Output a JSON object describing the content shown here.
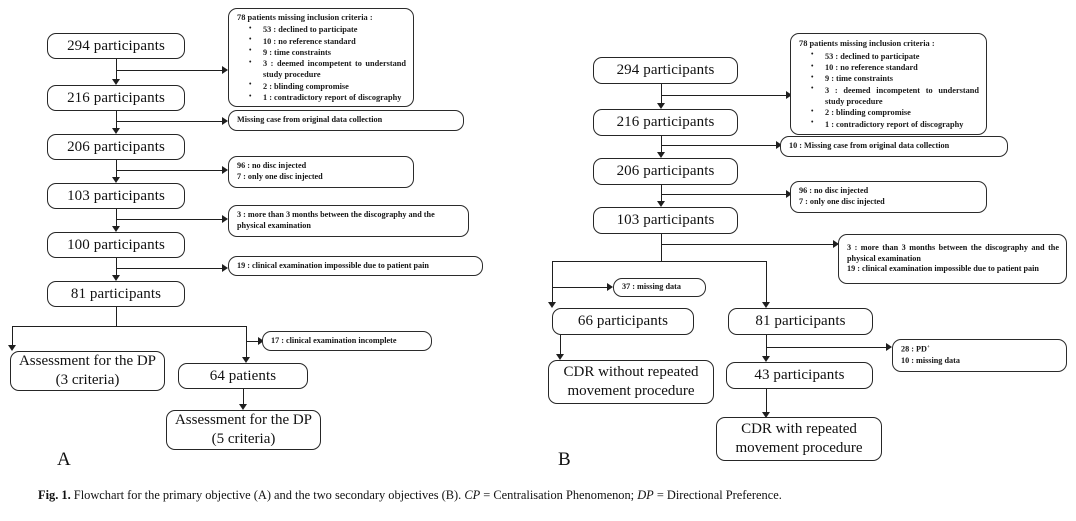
{
  "figure": {
    "caption_label": "Fig. 1.",
    "caption_text_1": " Flowchart for the primary objective (A) and the two secondary objectives (B). ",
    "caption_cp": "CP",
    "caption_text_2": " = Centralisation Phenomenon; ",
    "caption_dp": "DP",
    "caption_text_3": " = Directional Preference."
  },
  "panelA": {
    "letter": "A",
    "nodes": {
      "n294": "294 participants",
      "n216": "216 participants",
      "n206": "206 participants",
      "n103": "103 participants",
      "n100": "100 participants",
      "n81": "81 participants",
      "assess3_line1": "Assessment for the DP",
      "assess3_line2": "(3 criteria)",
      "n64": "64 patients",
      "assess5_line1": "Assessment for the DP",
      "assess5_line2": "(5 criteria)"
    },
    "annotations": {
      "inclusion_header": "78 patients missing inclusion criteria :",
      "inclusion_items": [
        "53 : declined to participate",
        "10 : no reference standard",
        "9 : time constraints",
        "3 : deemed incompetent to understand study procedure",
        "2 : blinding compromise",
        "1 : contradictory report of discography"
      ],
      "missing_case": "Missing case from original data collection",
      "disc_line1": "96 : no disc injected",
      "disc_line2": "7 : only one disc injected",
      "months": "3 : more than 3 months between the discography and the physical examination",
      "pain": "19 : clinical examination impossible due to patient pain",
      "incomplete": "17 : clinical examination incomplete"
    }
  },
  "panelB": {
    "letter": "B",
    "nodes": {
      "n294": "294 participants",
      "n216": "216 participants",
      "n206": "206 participants",
      "n103": "103 participants",
      "n66": "66 participants",
      "n81": "81 participants",
      "cdr_without_line1": "CDR without repeated",
      "cdr_without_line2": "movement procedure",
      "n43": "43 participants",
      "cdr_with_line1": "CDR with repeated",
      "cdr_with_line2": "movement procedure"
    },
    "annotations": {
      "inclusion_header": "78 patients missing inclusion criteria :",
      "inclusion_items": [
        "53 : declined to participate",
        "10 : no reference standard",
        "9 : time constraints",
        "3 : deemed incompetent to understand study procedure",
        "2 : blinding compromise",
        "1 : contradictory report of discography"
      ],
      "missing_case": "10 : Missing case from original data collection",
      "disc_line1": "96 : no disc injected",
      "disc_line2": "7 : only one disc injected",
      "months_pain_line1": "3 : more than 3 months between the discography and the physical examination",
      "months_pain_line2": "19 : clinical examination impossible due to patient pain",
      "missing_data_37": "37 : missing data",
      "pd_line1_prefix": "28 : PD",
      "pd_line1_sup": "+",
      "pd_line2": "10 : missing data"
    }
  },
  "colors": {
    "box_border": "#262626",
    "line": "#1f1f1f",
    "text": "#111111",
    "background": "#ffffff"
  }
}
